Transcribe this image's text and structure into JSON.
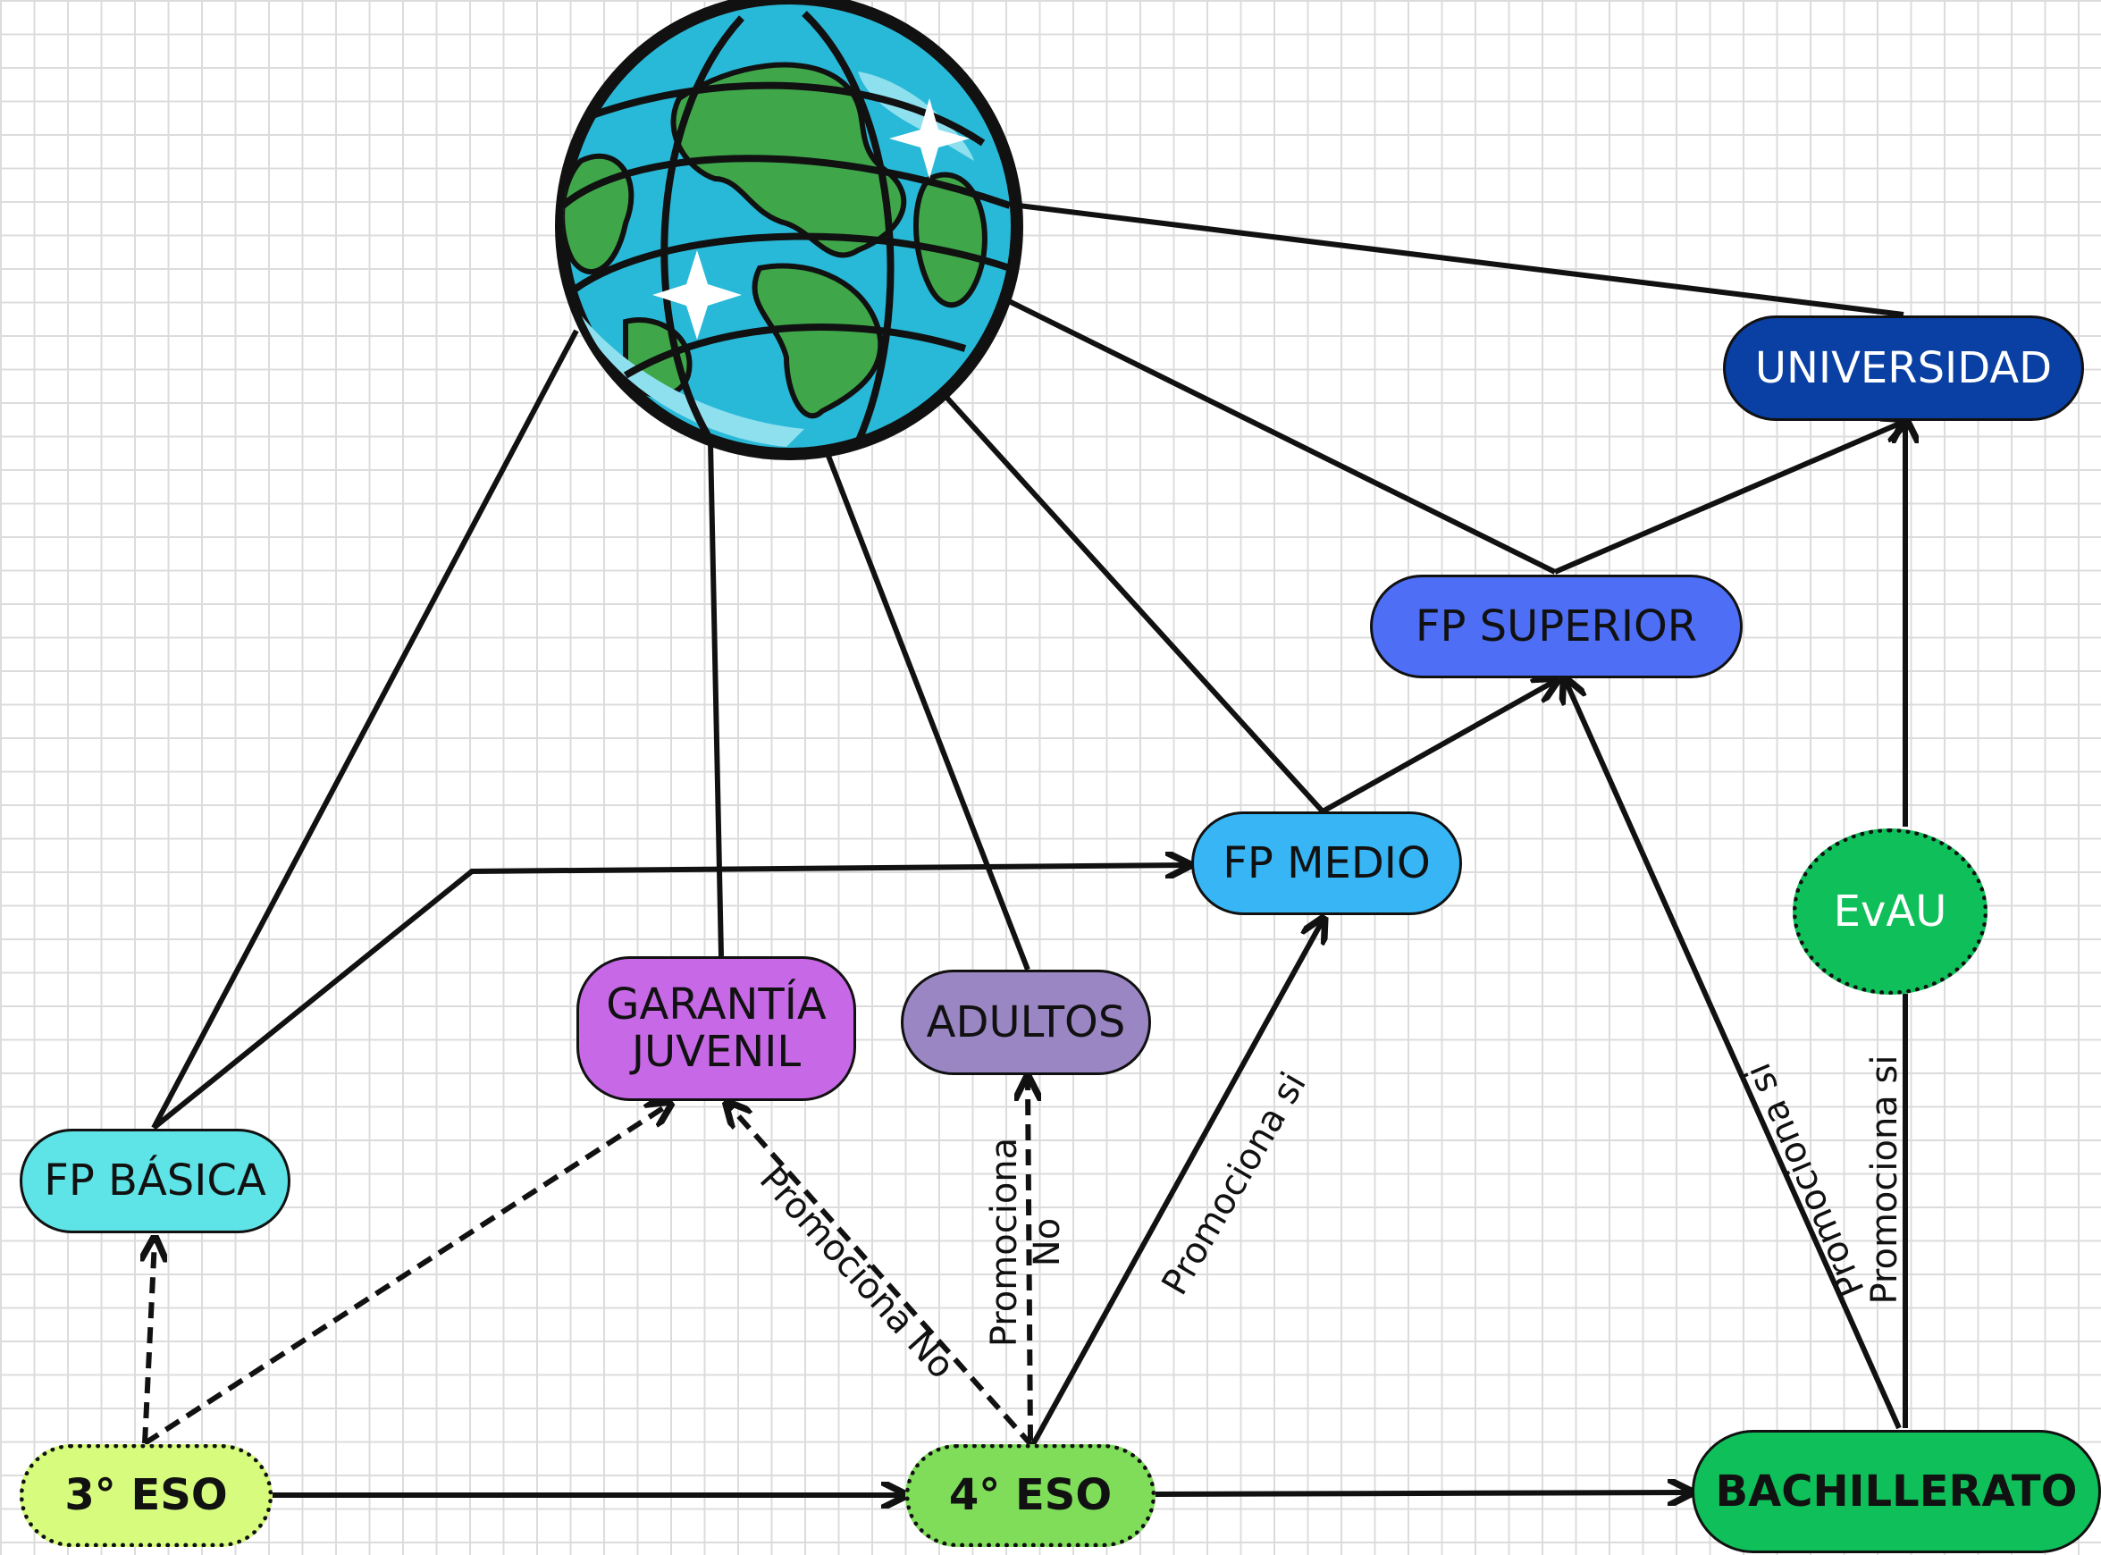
{
  "nodes": {
    "universidad": {
      "label": "UNIVERSIDAD",
      "color": "#0a3fa3"
    },
    "fp_superior": {
      "label": "FP SUPERIOR",
      "color": "#4d6ef5"
    },
    "fp_medio": {
      "label": "FP MEDIO",
      "color": "#37b5f5"
    },
    "evau": {
      "label": "EvAU",
      "color": "#0fbf5a"
    },
    "garantia_juvenil": {
      "label": "GARANTÍA\nJUVENIL",
      "color": "#c769e6"
    },
    "adultos": {
      "label": "ADULTOS",
      "color": "#9b86c4"
    },
    "fp_basica": {
      "label": "FP BÁSICA",
      "color": "#5ee3e6"
    },
    "eso3": {
      "label": "3° ESO",
      "color": "#d6fb7d"
    },
    "eso4": {
      "label": "4° ESO",
      "color": "#7fdd5a"
    },
    "bachillerato": {
      "label": "BACHILLERATO",
      "color": "#0fbf5a"
    }
  },
  "edge_labels": {
    "promociona_no_gj": "Promociona No",
    "promociona_no_adultos": "Promociona\nNo",
    "promociona_si_fpmedio": "Promociona si",
    "promociona_si_fpsuperior": "Promociona si",
    "promociona_si_evau": "Promociona si"
  },
  "icons": {
    "globe": "globe-icon"
  }
}
